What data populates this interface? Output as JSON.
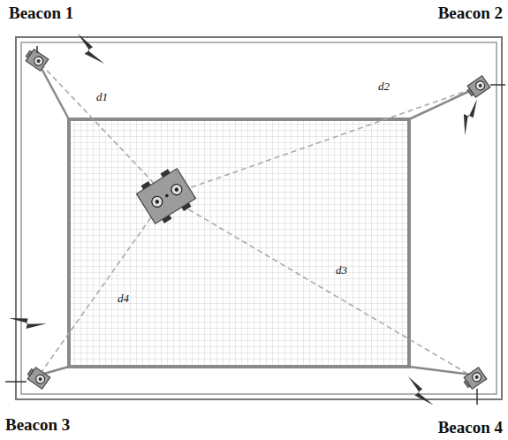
{
  "diagram": {
    "labels": [
      "Beacon 1",
      "Beacon 2",
      "Beacon 3",
      "Beacon 4",
      "d1",
      "d2",
      "d3",
      "d4"
    ]
  }
}
